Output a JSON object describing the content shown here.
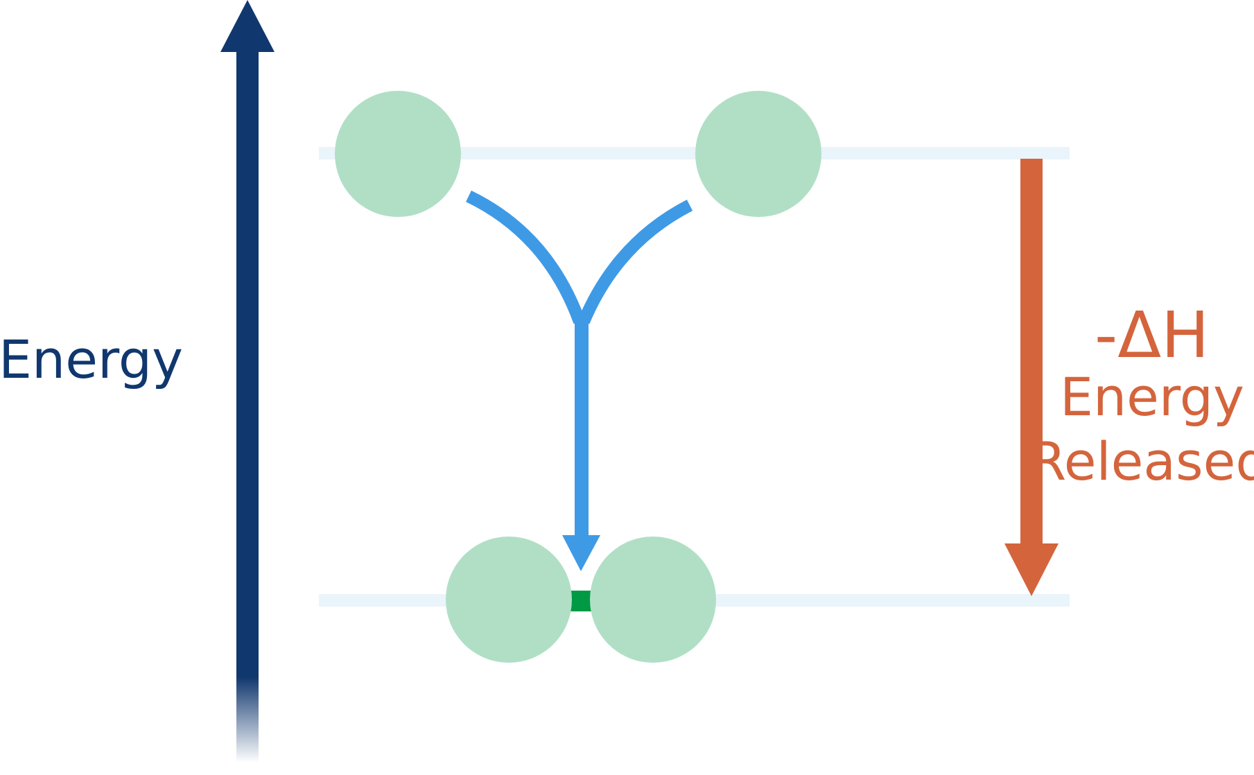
{
  "axis": {
    "label": "Energy",
    "color": "#10376e"
  },
  "enthalpy": {
    "symbol": "-ΔH",
    "line1": "Energy",
    "line2": "Released",
    "color": "#d4643c"
  },
  "colors": {
    "atom": "#b0dfc6",
    "bond": "#009a44",
    "pathway": "#3f9ae6",
    "level": "#eaf4fb"
  },
  "levels": [
    "reactants",
    "product"
  ],
  "atoms": [
    "reactant-atom-left",
    "reactant-atom-right",
    "product-atom-left",
    "product-atom-right"
  ]
}
